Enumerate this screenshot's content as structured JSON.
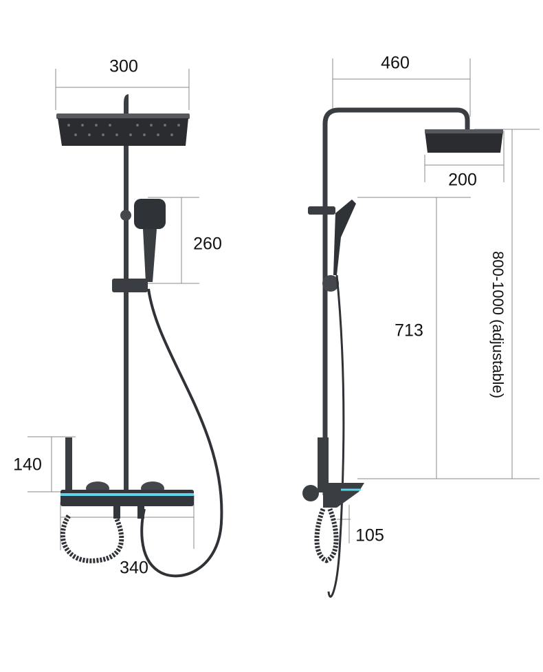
{
  "title": "Shower system dimensions",
  "front_view": {
    "head_width": "300",
    "handheld_height": "260",
    "spout_height": "140",
    "mixer_width": "340"
  },
  "side_view": {
    "arm_reach": "460",
    "head_depth": "200",
    "slide_height": "713",
    "total_height": "800-1000 (adjustable)",
    "shelf_depth": "105"
  },
  "colors": {
    "metal": "#3a3d42",
    "accent": "#5fd4ea",
    "dimension_line": "#8a8a8a"
  }
}
